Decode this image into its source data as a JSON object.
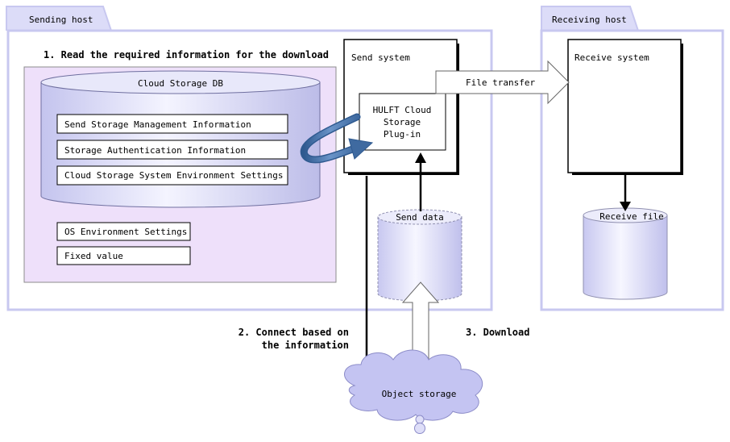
{
  "sending_host": {
    "tab_label": "Sending host",
    "step1": "1. Read the required information for the download",
    "db": {
      "title": "Cloud Storage DB",
      "items": [
        "Send Storage Management Information",
        "Storage Authentication Information",
        "Cloud Storage System Environment Settings"
      ]
    },
    "extra_items": [
      "OS Environment Settings",
      "Fixed value"
    ],
    "send_system": {
      "title": "Send system",
      "plugin_lines": [
        "HULFT Cloud",
        "Storage",
        "Plug-in"
      ]
    },
    "send_data": "Send data"
  },
  "receiving_host": {
    "tab_label": "Receiving host",
    "receive_system": "Receive system",
    "receive_file": "Receive file"
  },
  "file_transfer": "File transfer",
  "step2_lines": [
    "2. Connect based on",
    "the information"
  ],
  "step3": "3. Download",
  "object_storage": "Object storage",
  "colors": {
    "host_border": "#c8c8f0",
    "tab_fill": "#dcdcf8",
    "info_area": "#eee0fa",
    "db_fill": "#d4d4f4",
    "cloud_fill": "#c4c4f2",
    "curved_arrow": "#3f6aa0"
  }
}
